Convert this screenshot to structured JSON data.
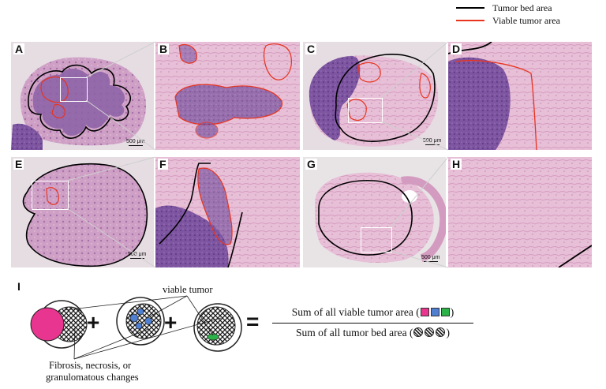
{
  "legend": {
    "tumor_bed": "Tumor bed area",
    "viable_tumor": "Viable tumor area"
  },
  "colors": {
    "tumor_bed_line": "#000000",
    "viable_tumor_line": "#e8331e",
    "tissue_pink": "#d9a6c8",
    "tissue_purple": "#7b4f9a",
    "viable_magenta": "#e8358f",
    "viable_blue": "#4f7fd1",
    "viable_green": "#2bb34a"
  },
  "panels": {
    "A": {
      "label": "A",
      "scale": "500 μm"
    },
    "B": {
      "label": "B"
    },
    "C": {
      "label": "C",
      "scale": "500 μm"
    },
    "D": {
      "label": "D"
    },
    "E": {
      "label": "E",
      "scale": "500 μm"
    },
    "F": {
      "label": "F"
    },
    "G": {
      "label": "G",
      "scale": "500 μm"
    },
    "H": {
      "label": "H"
    }
  },
  "schematic": {
    "label": "I",
    "viable_tumor_label": "viable tumor",
    "fibrosis_label_line1": "Fibrosis, necrosis, or",
    "fibrosis_label_line2": "granulomatous changes",
    "plus": "+",
    "equals": "=",
    "numerator": "Sum of all viable tumor area (",
    "denominator": "Sum of all tumor bed area (",
    "close_paren": ")"
  }
}
